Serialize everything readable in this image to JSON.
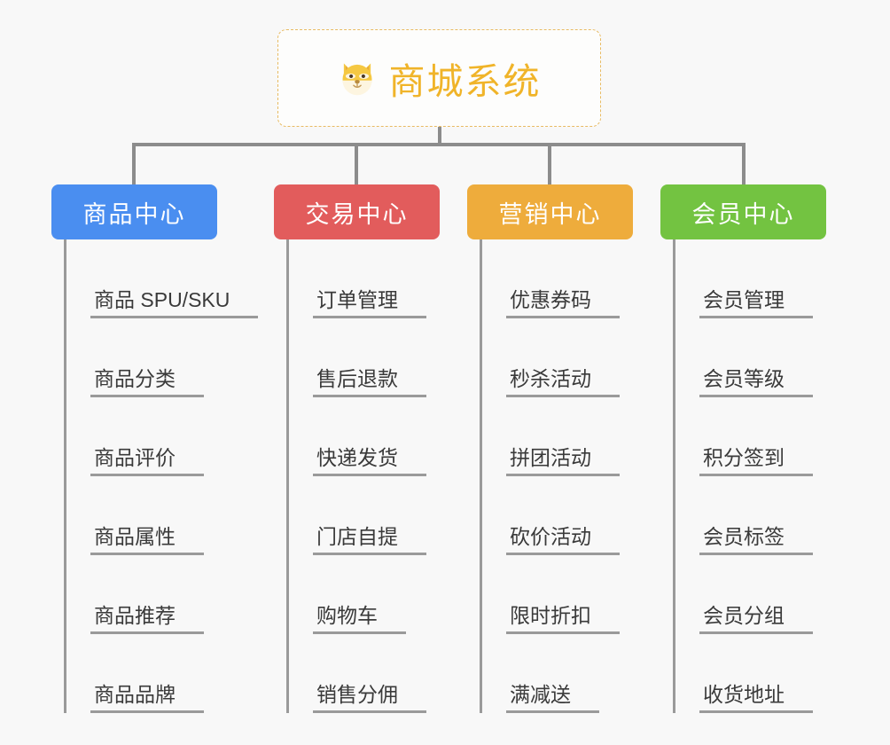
{
  "diagram": {
    "type": "mindmap-org-chart",
    "background_color": "#f8f8f8",
    "root": {
      "title": "商城系统",
      "icon": "shiba-dog-face-emoji",
      "border_color": "#e8bb63",
      "text_color": "#f0b429"
    },
    "branches": [
      {
        "label": "商品中心",
        "color": "#4a8ef0",
        "items": [
          "商品 SPU/SKU",
          "商品分类",
          "商品评价",
          "商品属性",
          "商品推荐",
          "商品品牌"
        ]
      },
      {
        "label": "交易中心",
        "color": "#e25c5c",
        "items": [
          "订单管理",
          "售后退款",
          "快递发货",
          "门店自提",
          "购物车",
          "销售分佣"
        ]
      },
      {
        "label": "营销中心",
        "color": "#eeac3c",
        "items": [
          "优惠券码",
          "秒杀活动",
          "拼团活动",
          "砍价活动",
          "限时折扣",
          "满减送"
        ]
      },
      {
        "label": "会员中心",
        "color": "#73c341",
        "items": [
          "会员管理",
          "会员等级",
          "积分签到",
          "会员标签",
          "会员分组",
          "收货地址"
        ]
      }
    ],
    "connector_color": "#8c8c8c",
    "leaf_line_color": "#9a9a9a"
  }
}
